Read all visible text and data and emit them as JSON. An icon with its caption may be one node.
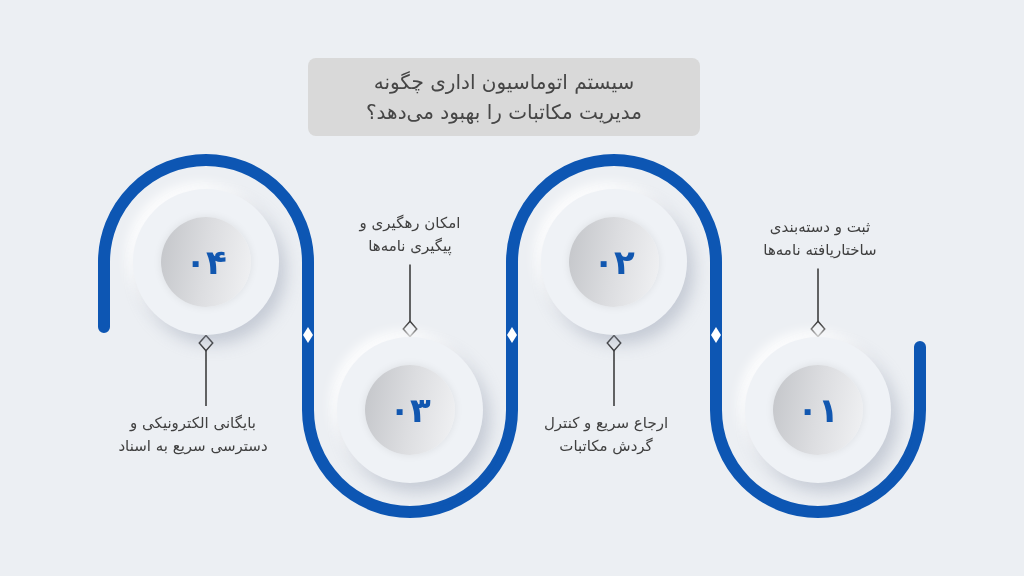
{
  "diagram": {
    "title": "سیستم اتوماسیون اداری چگونه مدیریت مکاتبات را بهبود می‌دهد؟",
    "nodes": [
      {
        "text": [
          "۰۱"
        ]
      },
      {
        "text": [
          "ثبت و دسته‌بندی ساختاریافته نامه‌ها"
        ]
      },
      {
        "text": [
          "۰۲"
        ]
      },
      {
        "text": [
          "ارجاع سریع و کنترل گردش مکاتبات"
        ]
      },
      {
        "text": [
          "۰۳"
        ]
      },
      {
        "text": [
          "امکان رهگیری و پیگیری نامه‌ها"
        ]
      },
      {
        "text": [
          "۰۴"
        ]
      },
      {
        "text": [
          "بایگانی الکترونیکی و دسترسی سریع به اسناد"
        ]
      }
    ],
    "edges": [
      {
        "from": 1,
        "to": 0,
        "arrow": "other"
      },
      {
        "from": 3,
        "to": 2,
        "arrow": "other"
      },
      {
        "from": 5,
        "to": 4,
        "arrow": "other"
      },
      {
        "from": 7,
        "to": 6,
        "arrow": "other"
      }
    ]
  }
}
